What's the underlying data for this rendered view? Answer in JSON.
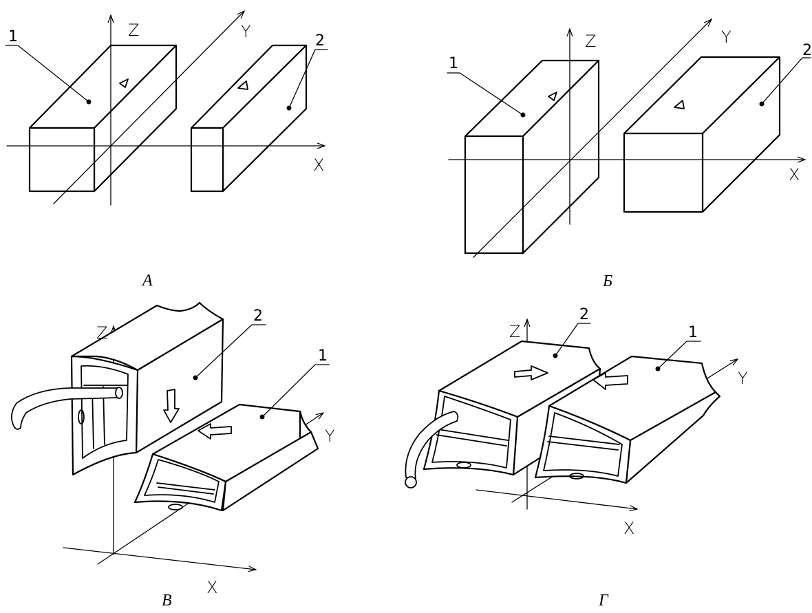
{
  "axes": {
    "x": "X",
    "y": "Y",
    "z": "Z"
  },
  "callouts": {
    "part_one": "1",
    "part_two": "2"
  },
  "panels": {
    "a": "А",
    "b": "Б",
    "v": "В",
    "g": "Г"
  }
}
